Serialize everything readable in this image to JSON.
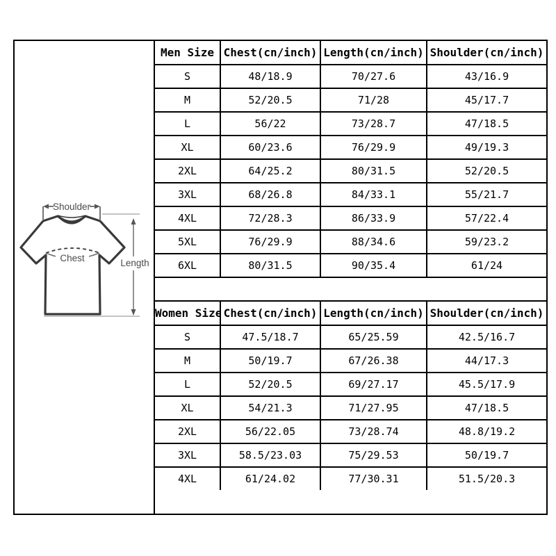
{
  "diagram": {
    "shoulder_label": "Shoulder",
    "chest_label": "Chest",
    "length_label": "Length"
  },
  "men_table": {
    "headers": [
      "Men Size",
      "Chest(cn/inch)",
      "Length(cn/inch)",
      "Shoulder(cn/inch)"
    ],
    "rows": [
      [
        "S",
        "48/18.9",
        "70/27.6",
        "43/16.9"
      ],
      [
        "M",
        "52/20.5",
        "71/28",
        "45/17.7"
      ],
      [
        "L",
        "56/22",
        "73/28.7",
        "47/18.5"
      ],
      [
        "XL",
        "60/23.6",
        "76/29.9",
        "49/19.3"
      ],
      [
        "2XL",
        "64/25.2",
        "80/31.5",
        "52/20.5"
      ],
      [
        "3XL",
        "68/26.8",
        "84/33.1",
        "55/21.7"
      ],
      [
        "4XL",
        "72/28.3",
        "86/33.9",
        "57/22.4"
      ],
      [
        "5XL",
        "76/29.9",
        "88/34.6",
        "59/23.2"
      ],
      [
        "6XL",
        "80/31.5",
        "90/35.4",
        "61/24"
      ]
    ]
  },
  "women_table": {
    "headers": [
      "Women Size",
      "Chest(cn/inch)",
      "Length(cn/inch)",
      "Shoulder(cn/inch)"
    ],
    "rows": [
      [
        "S",
        "47.5/18.7",
        "65/25.59",
        "42.5/16.7"
      ],
      [
        "M",
        "50/19.7",
        "67/26.38",
        "44/17.3"
      ],
      [
        "L",
        "52/20.5",
        "69/27.17",
        "45.5/17.9"
      ],
      [
        "XL",
        "54/21.3",
        "71/27.95",
        "47/18.5"
      ],
      [
        "2XL",
        "56/22.05",
        "73/28.74",
        "48.8/19.2"
      ],
      [
        "3XL",
        "58.5/23.03",
        "75/29.53",
        "50/19.7"
      ],
      [
        "4XL",
        "61/24.02",
        "77/30.31",
        "51.5/20.3"
      ]
    ]
  },
  "colors": {
    "border": "#000000",
    "background": "#ffffff",
    "shirt_outline": "#3a3a3a",
    "dimension_line": "#555555",
    "extent_line": "#c4c4c4",
    "label_text": "#4a4a4a"
  }
}
